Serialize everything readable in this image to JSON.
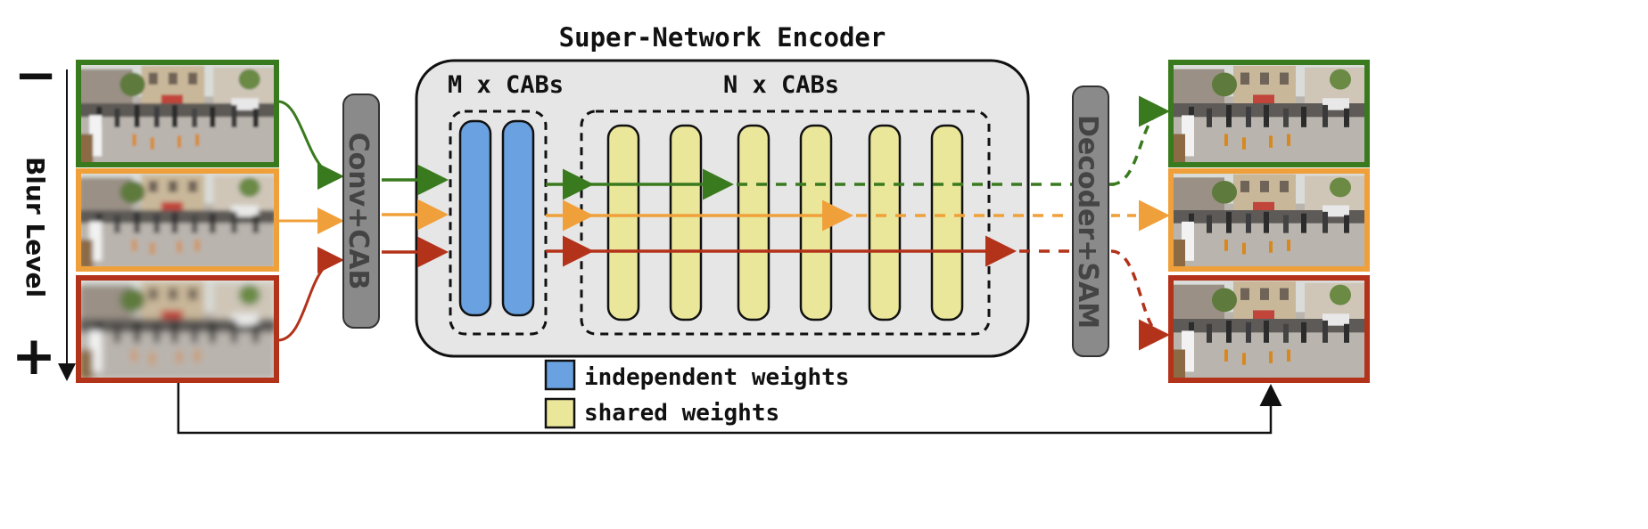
{
  "title": "Super-Network Encoder",
  "m_label": "M x CABs",
  "n_label": "N x CABs",
  "conv_label": "Conv+CAB",
  "decoder_label": "Decoder+SAM",
  "axis": {
    "label": "Blur Level",
    "minus": "−",
    "plus": "+"
  },
  "legend": [
    {
      "text": "independent weights",
      "swatch": "#6aa1e0"
    },
    {
      "text": "shared weights",
      "swatch": "#eae79a"
    }
  ],
  "colors": {
    "green": "#3a7a1e",
    "orange": "#f0a03a",
    "red": "#b3321a",
    "block_gray": "#8a8a8a",
    "panel_gray": "#e6e6e6",
    "cab_blue": "#6aa1e0",
    "cab_yellow": "#eae79a"
  },
  "inputs": [
    {
      "name": "low-blur-input",
      "color": "green"
    },
    {
      "name": "medium-blur-input",
      "color": "orange"
    },
    {
      "name": "high-blur-input",
      "color": "red"
    }
  ],
  "outputs": [
    {
      "name": "low-blur-output",
      "color": "green"
    },
    {
      "name": "medium-blur-output",
      "color": "orange"
    },
    {
      "name": "high-blur-output",
      "color": "red"
    }
  ],
  "cab_counts": {
    "independent": 2,
    "shared": 6
  }
}
